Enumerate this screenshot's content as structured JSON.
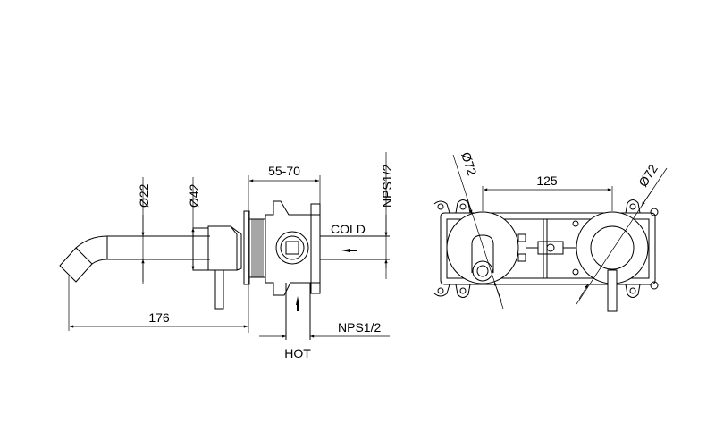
{
  "side_view": {
    "dim_spout_diameter": "Ø22",
    "dim_body_diameter": "Ø42",
    "dim_wall_depth": "55-70",
    "dim_length": "176",
    "cold_label": "COLD",
    "hot_label": "HOT",
    "cold_thread": "NPS1/2",
    "hot_thread": "NPS1/2"
  },
  "front_view": {
    "dim_center_distance": "125",
    "dim_left_plate": "Ø72",
    "dim_right_plate": "Ø72"
  },
  "colors": {
    "line": "#000000",
    "background": "#ffffff"
  }
}
